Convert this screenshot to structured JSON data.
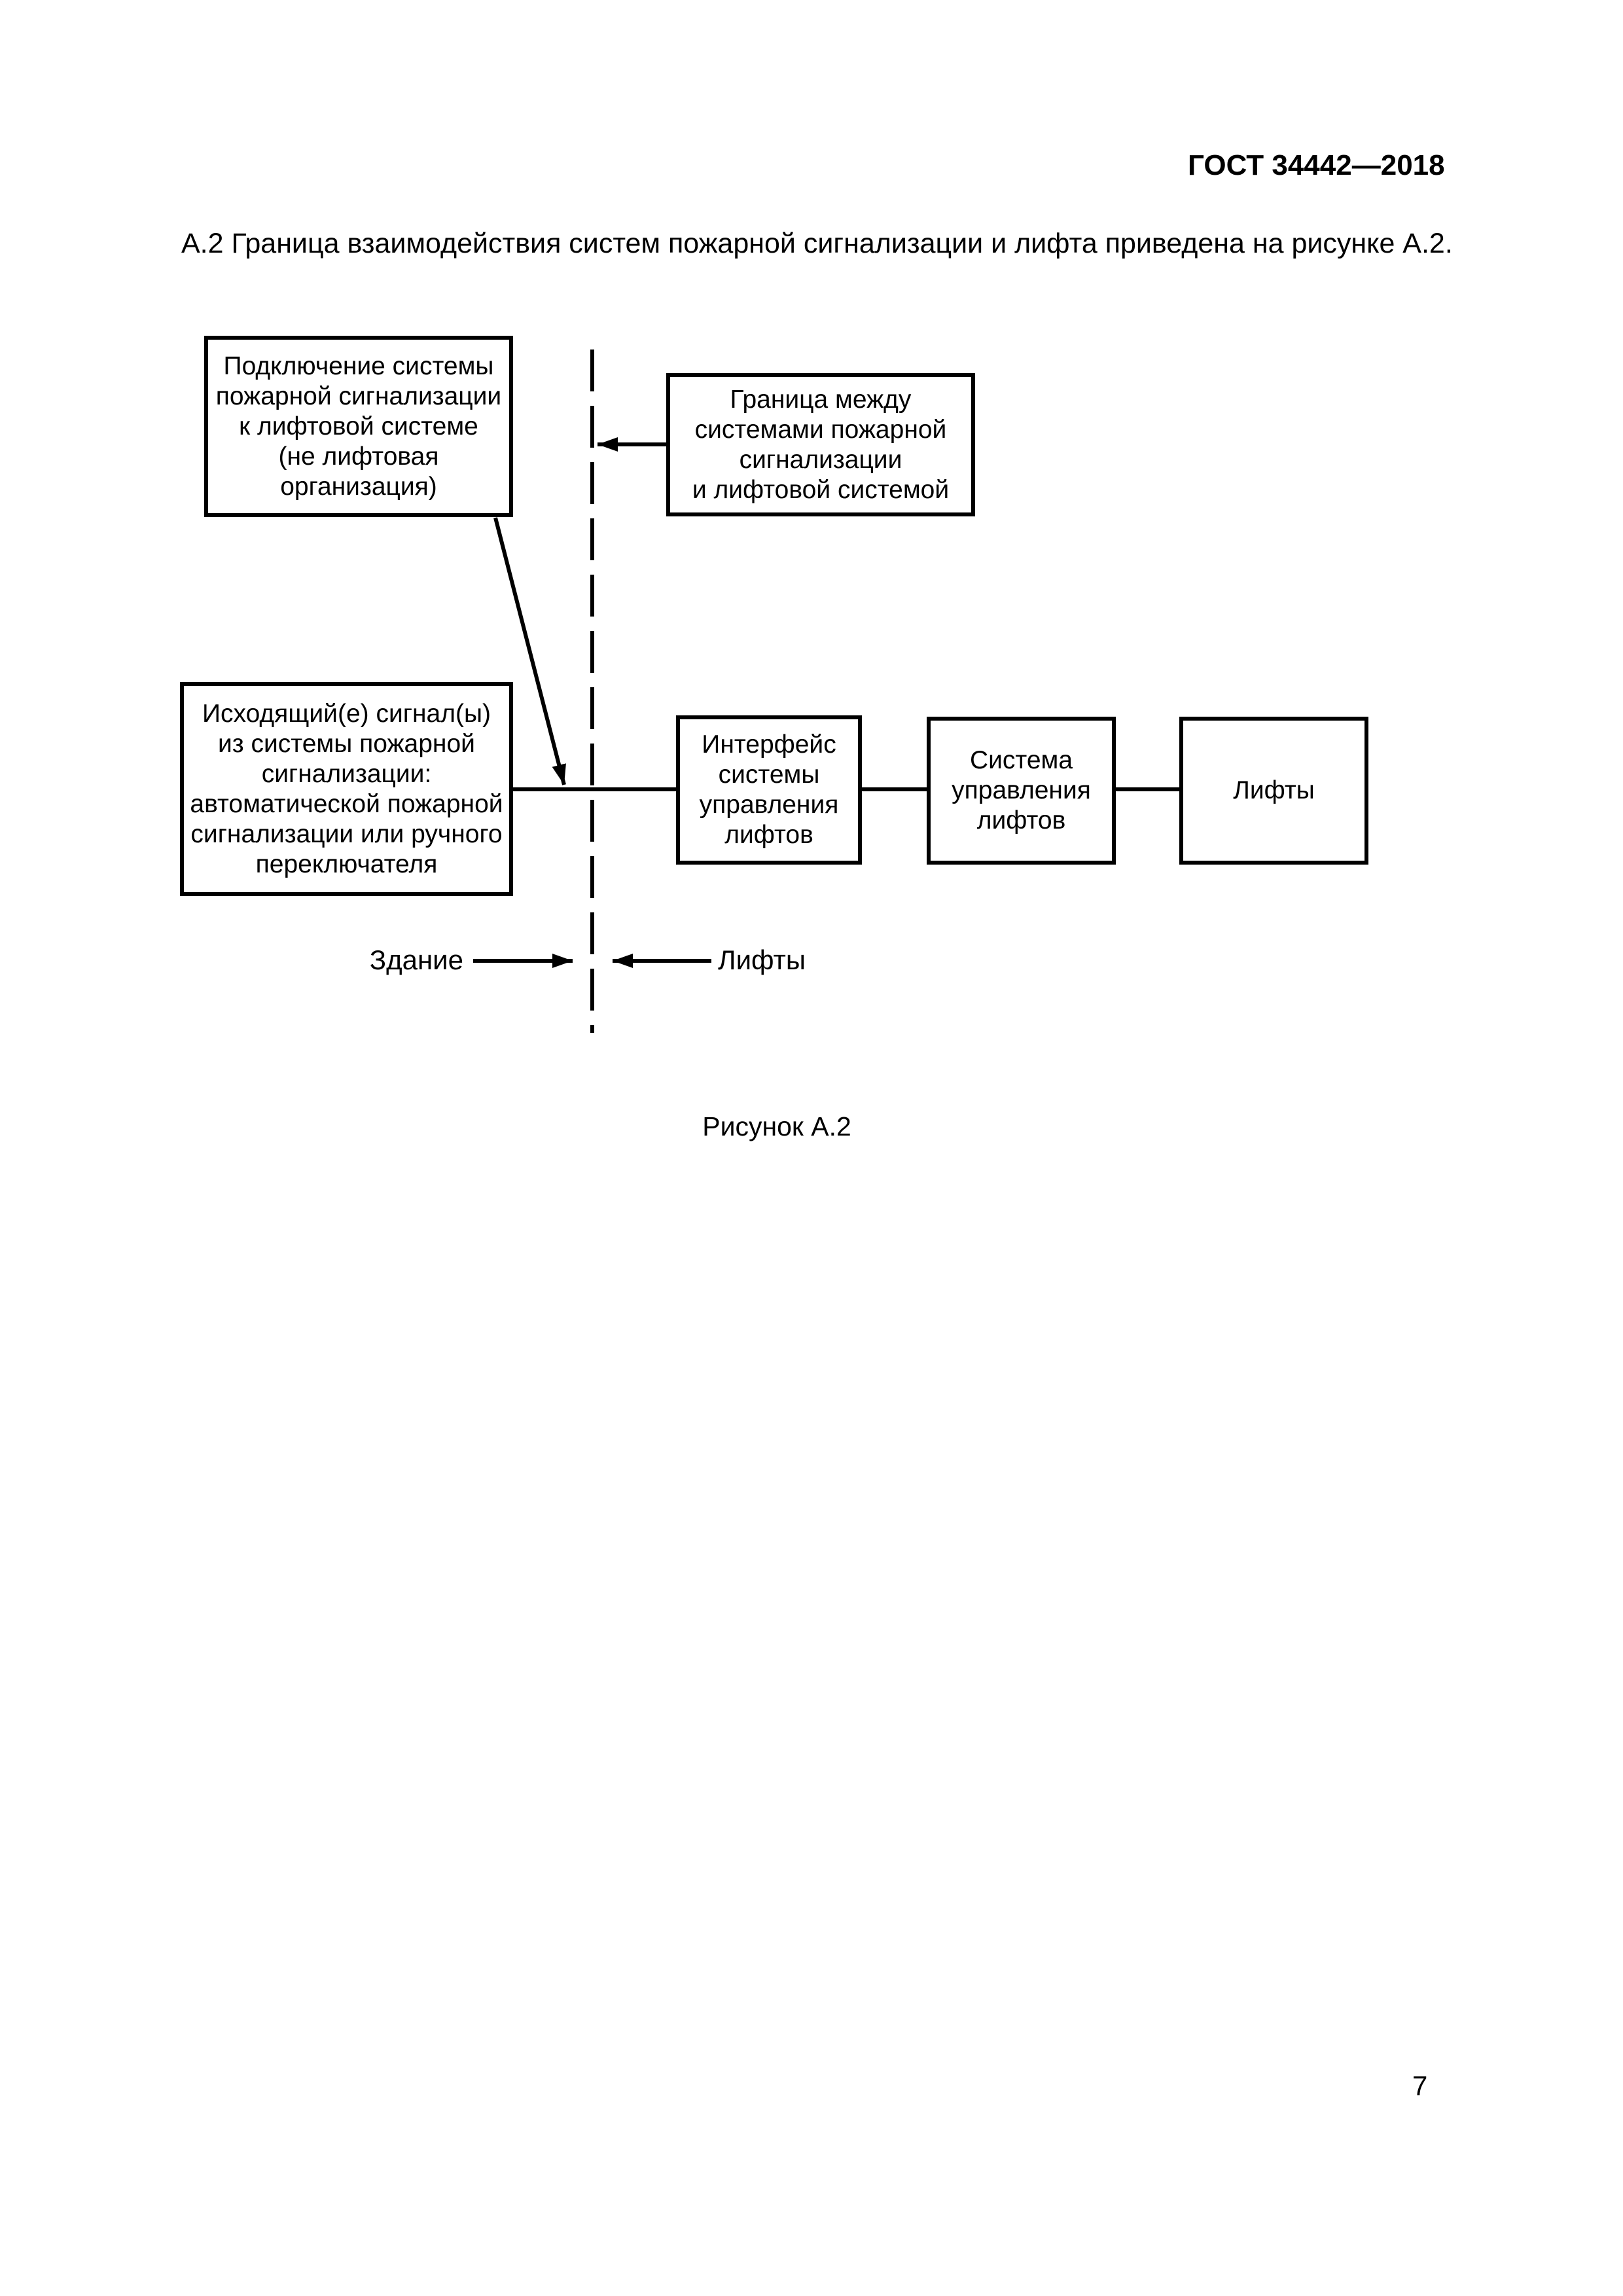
{
  "document": {
    "header": "ГОСТ 34442—2018",
    "intro_paragraph": "А.2 Граница взаимодействия систем пожарной сигнализации и лифта приведена на рисунке А.2.",
    "figure_caption": "Рисунок А.2",
    "page_number": "7"
  },
  "diagram": {
    "boxes": [
      {
        "id": "fire-alarm-connection",
        "label": "Подключение системы\nпожарной сигнализации\nк лифтовой системе\n(не лифтовая\nорганизация)"
      },
      {
        "id": "systems-boundary",
        "label": "Граница между\nсистемами пожарной\nсигнализации\nи лифтовой системой"
      },
      {
        "id": "outgoing-signals",
        "label": "Исходящий(е) сигнал(ы)\nиз системы пожарной\nсигнализации:\nавтоматической пожарной\nсигнализации или ручного\nпереключателя"
      },
      {
        "id": "lift-control-interface",
        "label": "Интерфейс\nсистемы\nуправления\nлифтов"
      },
      {
        "id": "lift-control-system",
        "label": "Система\nуправления\nлифтов"
      },
      {
        "id": "lifts",
        "label": "Лифты"
      }
    ],
    "side_labels": {
      "building": "Здание",
      "lifts": "Лифты"
    },
    "colors": {
      "ink": "#000000",
      "paper": "#ffffff"
    }
  }
}
